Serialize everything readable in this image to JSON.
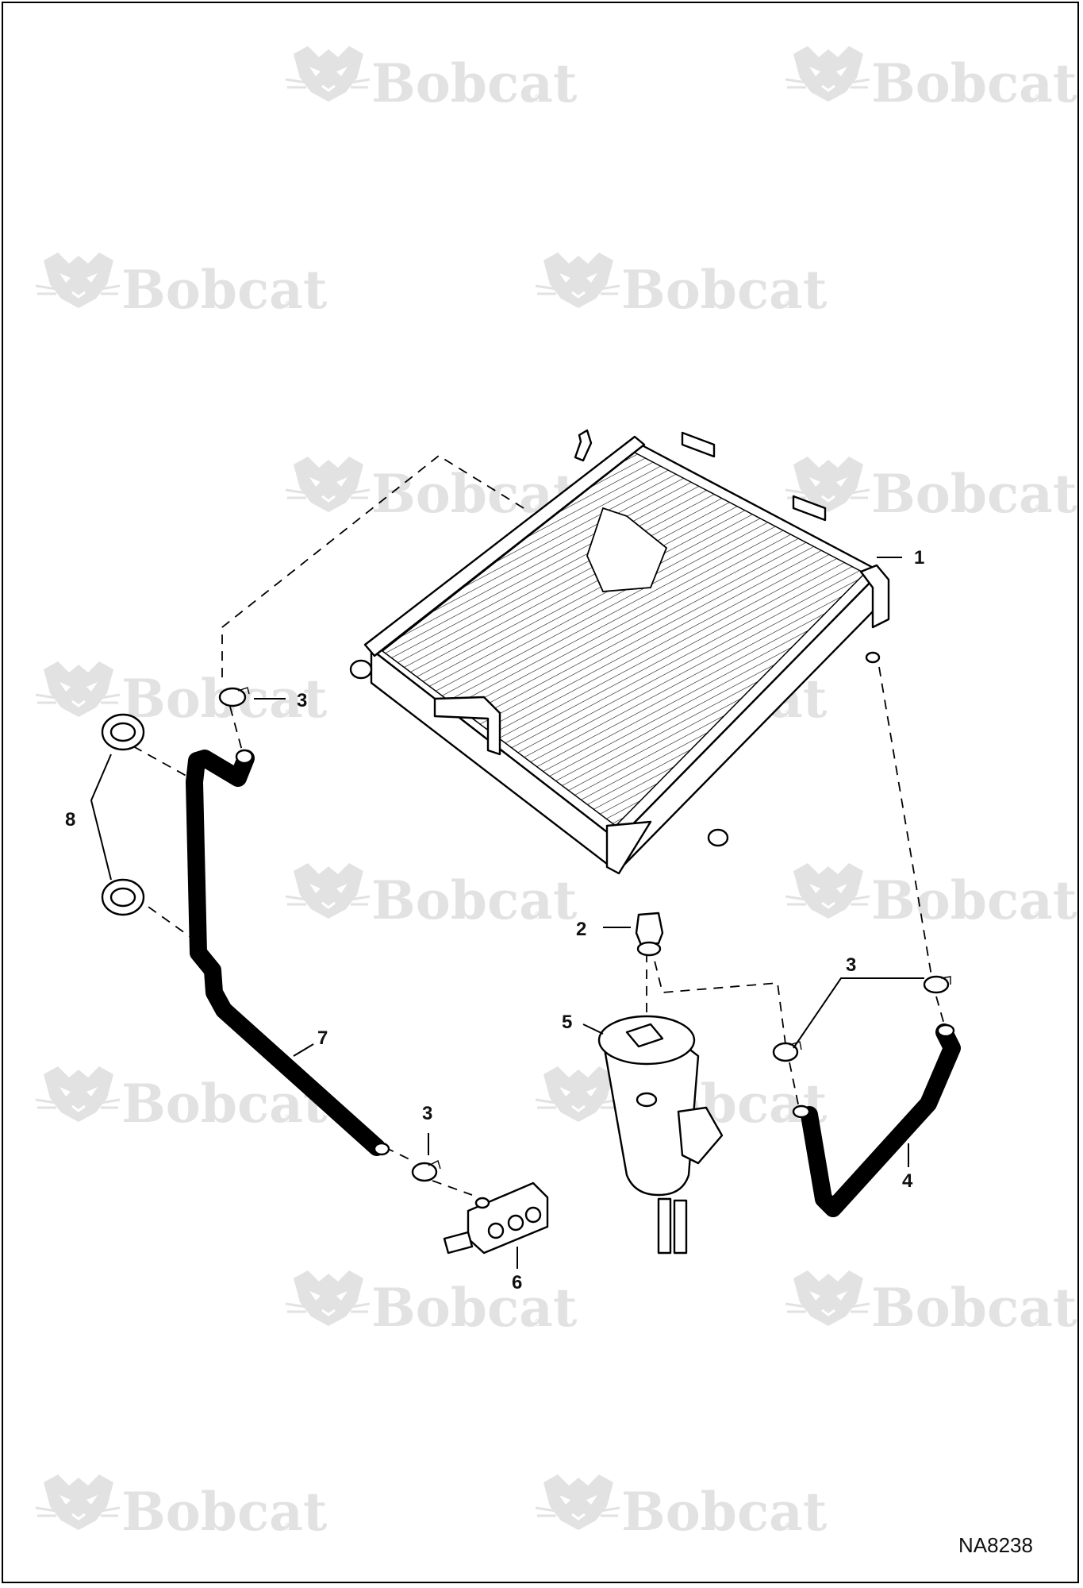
{
  "watermark": {
    "brand": "Bobcat",
    "registered": "®"
  },
  "figure_id": "NA8238",
  "callouts": [
    {
      "label": "1"
    },
    {
      "label": "2"
    },
    {
      "label": "3"
    },
    {
      "label": "3"
    },
    {
      "label": "3"
    },
    {
      "label": "4"
    },
    {
      "label": "5"
    },
    {
      "label": "6"
    },
    {
      "label": "7"
    },
    {
      "label": "8"
    }
  ]
}
